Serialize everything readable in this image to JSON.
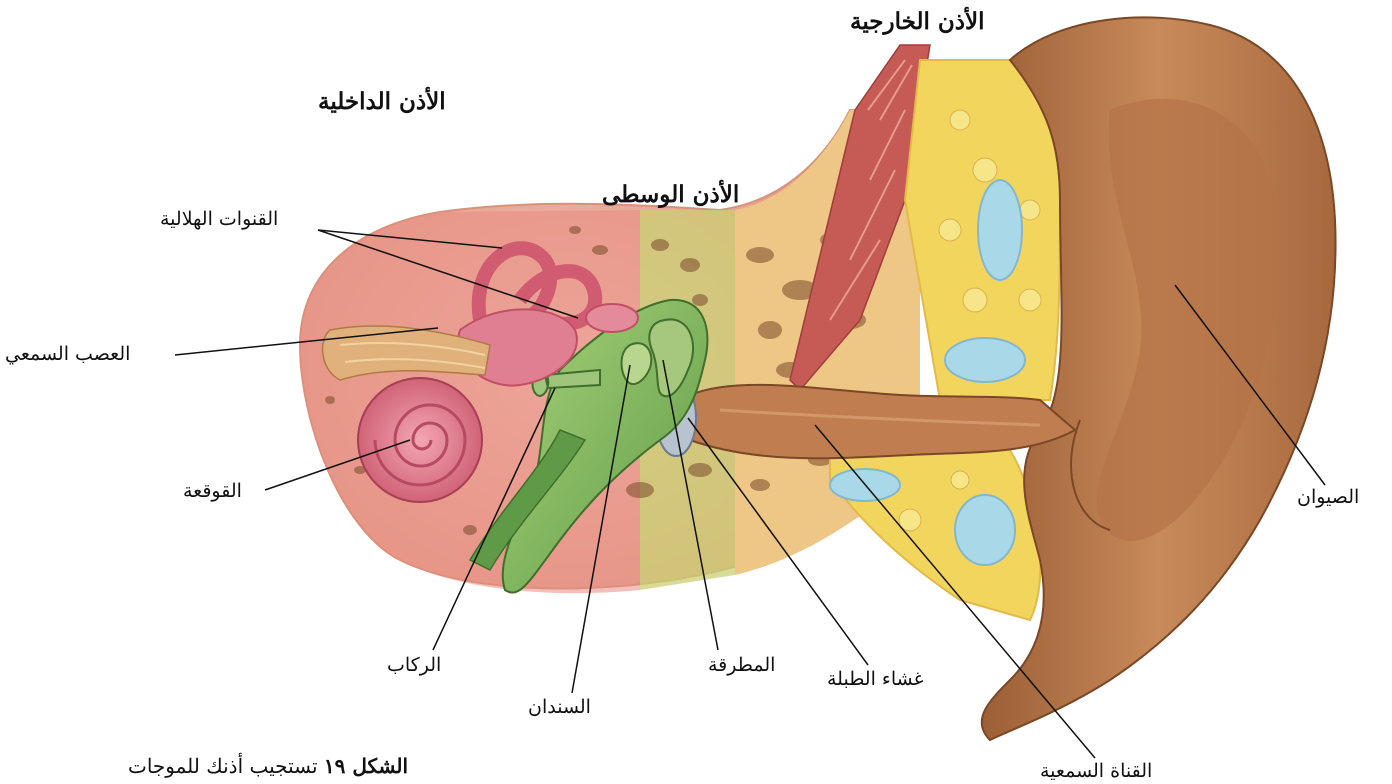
{
  "regions": {
    "outer": "الأذن الخارجية",
    "inner": "الأذن الداخلية",
    "middle": "الأذن الوسطى"
  },
  "parts": {
    "semicircular_canals": "القنوات الهلالية",
    "auditory_nerve": "العصب السمعي",
    "cochlea": "القوقعة",
    "stirrup": "الركاب",
    "anvil": "السندان",
    "hammer": "المطرقة",
    "eardrum": "غشاء الطبلة",
    "ear_canal": "القناة السمعية",
    "outer_ear": "الصيوان"
  },
  "caption": {
    "figure": "الشكل ١٩",
    "text": "تستجيب أذنك للموجات"
  },
  "colors": {
    "skin": "#b9784a",
    "bone": "#e7b877",
    "fat": "#f2d55d",
    "inner_ear": "#d9717e",
    "middle_ear": "#6fae54",
    "cartilage": "#a9d8e8",
    "muscle": "#c65a55"
  }
}
